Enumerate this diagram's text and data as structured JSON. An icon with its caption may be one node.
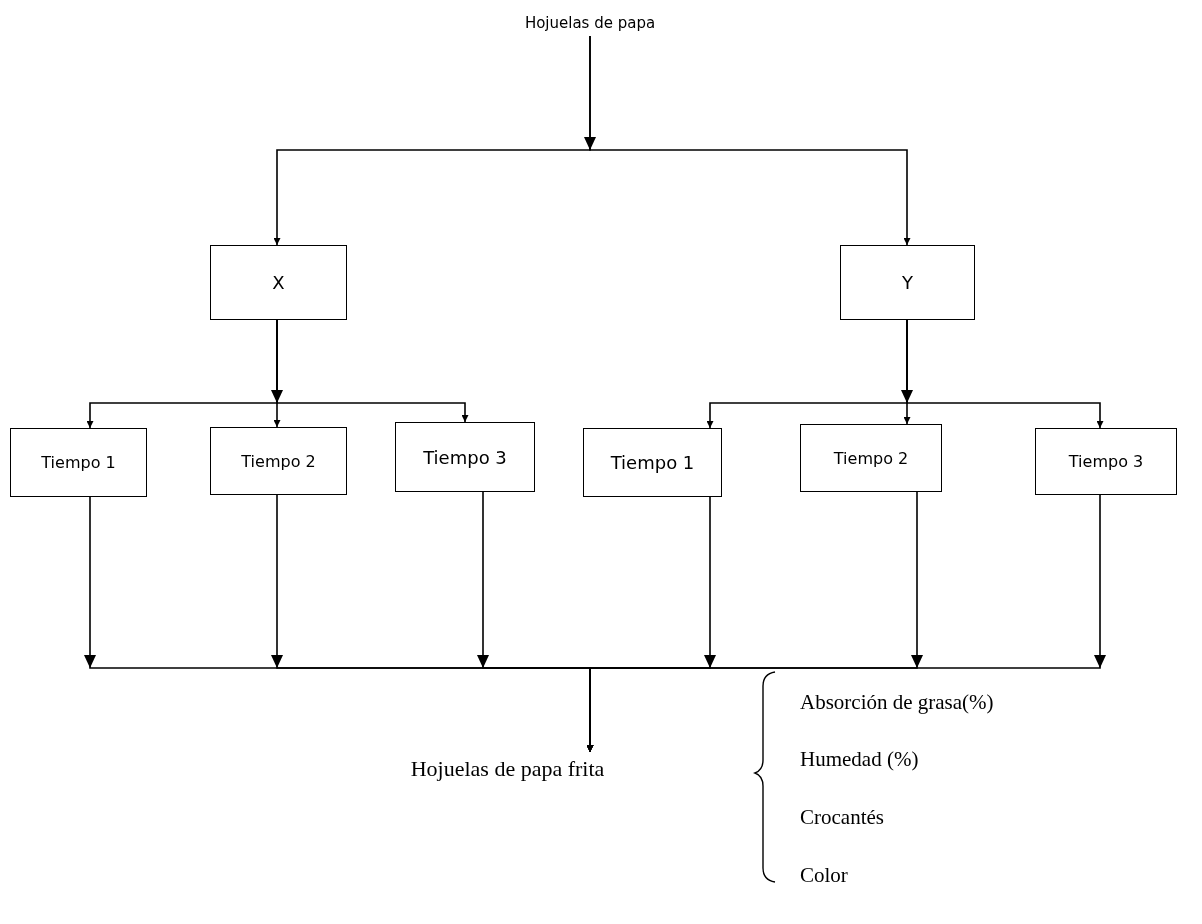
{
  "diagram": {
    "nodes": [
      {
        "text": [
          "Hojuelas de papa"
        ]
      },
      {
        "text": [
          "X"
        ]
      },
      {
        "text": [
          "Y"
        ]
      },
      {
        "text": [
          "Tiempo 1"
        ]
      },
      {
        "text": [
          "Tiempo 2"
        ]
      },
      {
        "text": [
          "Tiempo 3"
        ]
      },
      {
        "text": [
          "Tiempo 1"
        ]
      },
      {
        "text": [
          "Tiempo 2"
        ]
      },
      {
        "text": [
          "Tiempo 3"
        ]
      },
      {
        "text": [
          "Hojuelas de papa frita"
        ]
      }
    ],
    "edges": [
      {
        "from": 0,
        "to": 1,
        "arrow": "to"
      },
      {
        "from": 0,
        "to": 2,
        "arrow": "to"
      },
      {
        "from": 1,
        "to": 3,
        "arrow": "to"
      },
      {
        "from": 1,
        "to": 4,
        "arrow": "to"
      },
      {
        "from": 1,
        "to": 5,
        "arrow": "to"
      },
      {
        "from": 2,
        "to": 6,
        "arrow": "to"
      },
      {
        "from": 2,
        "to": 7,
        "arrow": "to"
      },
      {
        "from": 2,
        "to": 8,
        "arrow": "to"
      },
      {
        "from": 3,
        "to": 9,
        "arrow": "to"
      },
      {
        "from": 4,
        "to": 9,
        "arrow": "to"
      },
      {
        "from": 5,
        "to": 9,
        "arrow": "to"
      },
      {
        "from": 6,
        "to": 9,
        "arrow": "to"
      },
      {
        "from": 7,
        "to": 9,
        "arrow": "to"
      },
      {
        "from": 8,
        "to": 9,
        "arrow": "to"
      }
    ],
    "labels": [
      "Absorción de grasa(%)",
      "Humedad (%)",
      "Crocantés",
      "Color"
    ]
  }
}
